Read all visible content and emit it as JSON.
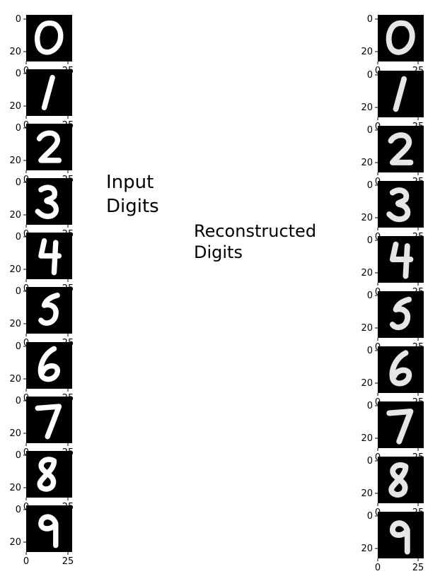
{
  "annotations": {
    "input_line1": "Input",
    "input_line2": "Digits",
    "recon_line1": "Reconstructed",
    "recon_line2": "Digits"
  },
  "axes": {
    "y_ticks": [
      "0",
      "20"
    ],
    "x_ticks": [
      "0",
      "25"
    ]
  },
  "colors": {
    "image_bg": "#000000",
    "stroke": "#ffffff",
    "page_bg": "#ffffff"
  },
  "panels": {
    "input": [
      {
        "digit": "0"
      },
      {
        "digit": "1"
      },
      {
        "digit": "2"
      },
      {
        "digit": "3"
      },
      {
        "digit": "4"
      },
      {
        "digit": "5"
      },
      {
        "digit": "6"
      },
      {
        "digit": "7"
      },
      {
        "digit": "8"
      },
      {
        "digit": "9"
      }
    ],
    "reconstructed": [
      {
        "digit": "0"
      },
      {
        "digit": "1"
      },
      {
        "digit": "2"
      },
      {
        "digit": "3"
      },
      {
        "digit": "4"
      },
      {
        "digit": "5"
      },
      {
        "digit": "6"
      },
      {
        "digit": "7"
      },
      {
        "digit": "8"
      },
      {
        "digit": "9"
      }
    ]
  }
}
